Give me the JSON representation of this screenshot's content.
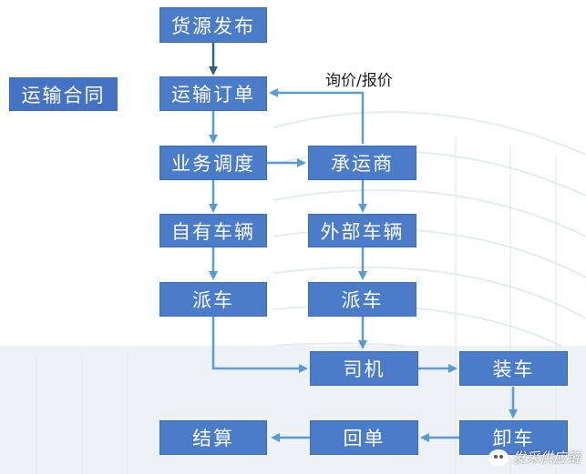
{
  "diagram": {
    "title_box": "运输合同",
    "nodes": {
      "source_publish": "货源发布",
      "transport_order": "运输订单",
      "business_dispatch": "业务调度",
      "carrier": "承运商",
      "own_vehicle": "自有车辆",
      "external_vehicle": "外部车辆",
      "dispatch_left": "派车",
      "dispatch_right": "派车",
      "driver": "司机",
      "loading": "装车",
      "unloading": "卸车",
      "receipt": "回单",
      "settlement": "结算"
    },
    "edge_label_inquiry": "询价/报价",
    "colors": {
      "box_fill": "#4a7cc9",
      "arrow": "#5b9bd5",
      "arrow_dark": "#2f5f7a"
    }
  },
  "watermark": {
    "icon": "wechat-icon",
    "text": "发采供应链"
  }
}
